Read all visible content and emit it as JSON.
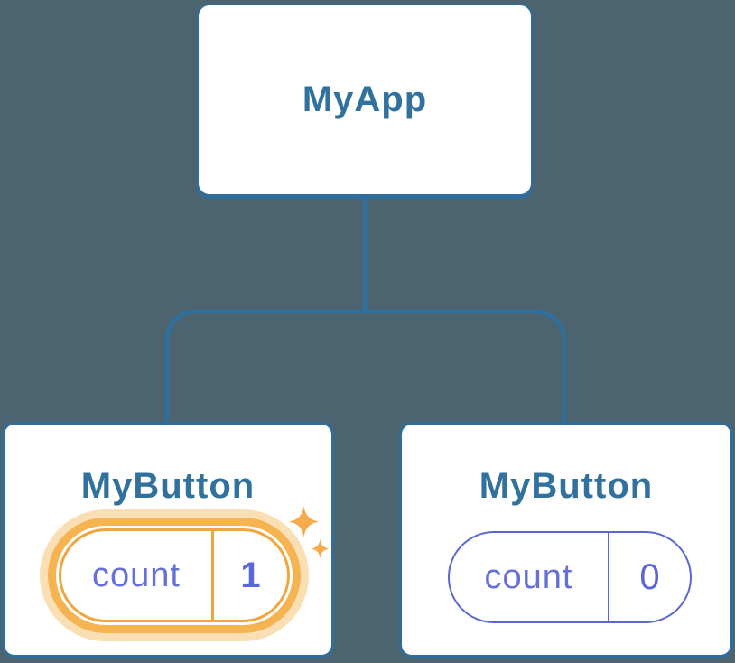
{
  "diagram": {
    "root": {
      "label": "MyApp"
    },
    "children": [
      {
        "label": "MyButton",
        "state": {
          "key": "count",
          "value": "1"
        },
        "highlighted": true,
        "icon": "sparkles-icon"
      },
      {
        "label": "MyButton",
        "state": {
          "key": "count",
          "value": "0"
        },
        "highlighted": false
      }
    ],
    "colors": {
      "background": "#4B6470",
      "connector": "#2B71A3",
      "card_border": "#2E6D9D",
      "card_background": "#FFFFFF",
      "title_text": "#31719E",
      "state_key_text": "#6570DB",
      "state_value_text": "#5A67D8",
      "pill_border_default": "#5B67D7",
      "highlight_border": "#F0A63F",
      "highlight_ring": "#F6B352",
      "highlight_halo": "#FBDFB4",
      "sparkle": "#F6AC4C"
    }
  }
}
